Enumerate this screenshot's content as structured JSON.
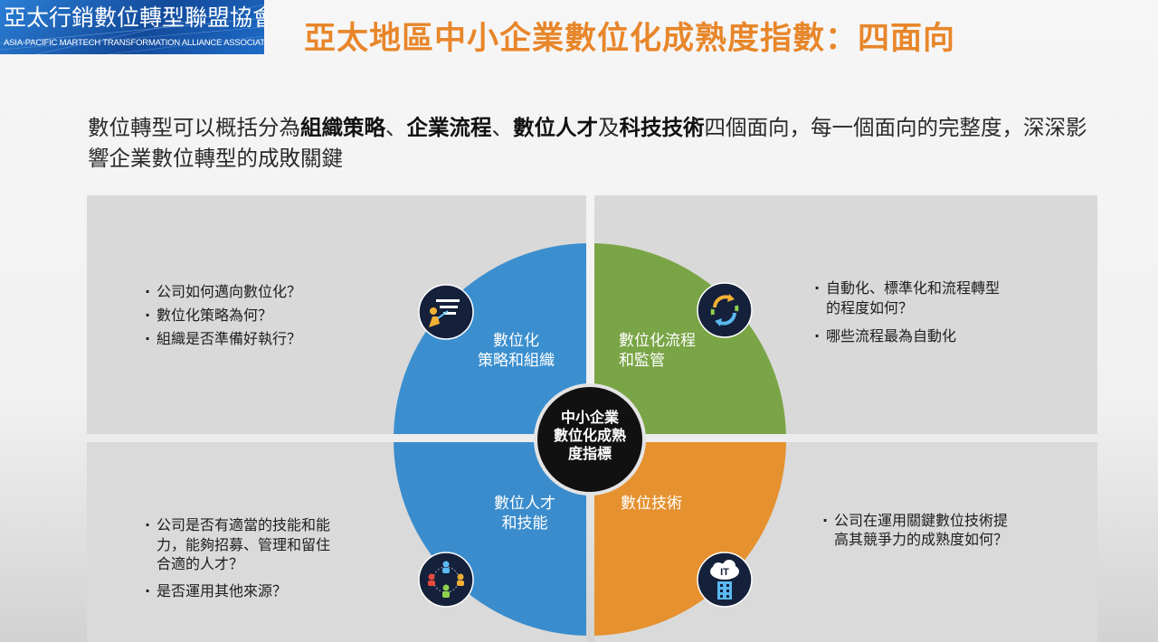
{
  "logo": {
    "title": "亞太行銷數位轉型聯盟協會",
    "subtitle": "ASIA-PACIFIC MARTECH TRANSFORMATION ALLIANCE ASSOCIATION"
  },
  "page_title": "亞太地區中小企業數位化成熟度指數：四面向",
  "intro": {
    "p1": "數位轉型可以概括分為",
    "b1": "組織策略",
    "s1": "、",
    "b2": "企業流程",
    "s2": "、",
    "b3": "數位人才",
    "s3": "及",
    "b4": "科技技術",
    "p2": "四個面向，每一個面向的完整度，深深影響企業數位轉型的成敗關鍵"
  },
  "colors": {
    "blue": "#3b8fcf",
    "green": "#7aa546",
    "orange": "#e6912f",
    "center": "#111111",
    "icon_bg": "#15203a",
    "title": "#e8862a"
  },
  "quadrants": {
    "top_left": {
      "label_line1": "數位化",
      "label_line2": "策略和組織",
      "icon": "presentation-icon",
      "questions": [
        "公司如何邁向數位化？",
        "數位化策略為何？",
        "組織是否準備好執行？"
      ]
    },
    "top_right": {
      "label_line1": "數位化流程",
      "label_line2": "和監管",
      "icon": "cycle-arrows-icon",
      "questions": [
        "自動化、標準化和流程轉型的程度如何？",
        "哪些流程最為自動化"
      ]
    },
    "bottom_left": {
      "label_line1": "數位人才",
      "label_line2": "和技能",
      "icon": "people-network-icon",
      "questions": [
        "公司是否有適當的技能和能力，能夠招募、管理和留住合適的人才？",
        "是否運用其他來源？"
      ]
    },
    "bottom_right": {
      "label_line1": "數位技術",
      "icon": "it-cloud-icon",
      "icon_text": "IT",
      "questions": [
        "公司在運用關鍵數位技術提高其競爭力的成熟度如何？"
      ]
    }
  },
  "center": {
    "line1": "中小企業",
    "line2": "數位化成熟",
    "line3": "度指標"
  }
}
